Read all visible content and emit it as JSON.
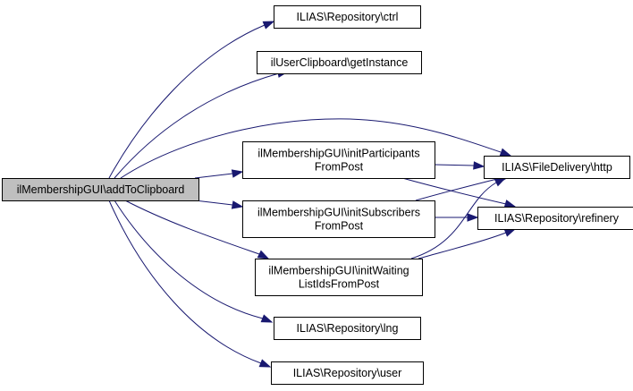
{
  "diagram": {
    "type": "call-graph",
    "nodes": [
      {
        "id": "root",
        "lines": [
          "ilMembershipGUI\\addToClipboard"
        ],
        "highlighted": true
      },
      {
        "id": "ctrl",
        "lines": [
          "ILIAS\\Repository\\ctrl"
        ]
      },
      {
        "id": "getInstance",
        "lines": [
          "ilUserClipboard\\getInstance"
        ]
      },
      {
        "id": "initParticipants",
        "lines": [
          "ilMembershipGUI\\initParticipants",
          "FromPost"
        ]
      },
      {
        "id": "initSubscribers",
        "lines": [
          "ilMembershipGUI\\initSubscribers",
          "FromPost"
        ]
      },
      {
        "id": "initWaiting",
        "lines": [
          "ilMembershipGUI\\initWaiting",
          "ListIdsFromPost"
        ]
      },
      {
        "id": "lng",
        "lines": [
          "ILIAS\\Repository\\lng"
        ]
      },
      {
        "id": "user",
        "lines": [
          "ILIAS\\Repository\\user"
        ]
      },
      {
        "id": "http",
        "lines": [
          "ILIAS\\FileDelivery\\http"
        ]
      },
      {
        "id": "refinery",
        "lines": [
          "ILIAS\\Repository\\refinery"
        ]
      }
    ],
    "edges": [
      {
        "from": "root",
        "to": "ctrl"
      },
      {
        "from": "root",
        "to": "getInstance"
      },
      {
        "from": "root",
        "to": "http"
      },
      {
        "from": "root",
        "to": "initParticipants"
      },
      {
        "from": "root",
        "to": "initSubscribers"
      },
      {
        "from": "root",
        "to": "initWaiting"
      },
      {
        "from": "root",
        "to": "lng"
      },
      {
        "from": "root",
        "to": "user"
      },
      {
        "from": "initParticipants",
        "to": "http"
      },
      {
        "from": "initParticipants",
        "to": "refinery"
      },
      {
        "from": "initSubscribers",
        "to": "http"
      },
      {
        "from": "initSubscribers",
        "to": "refinery"
      },
      {
        "from": "initWaiting",
        "to": "http"
      },
      {
        "from": "initWaiting",
        "to": "refinery"
      }
    ],
    "colors": {
      "edge": "#191970",
      "root_fill": "#bfbfbf",
      "node_fill": "#ffffff",
      "border": "#000000"
    }
  }
}
